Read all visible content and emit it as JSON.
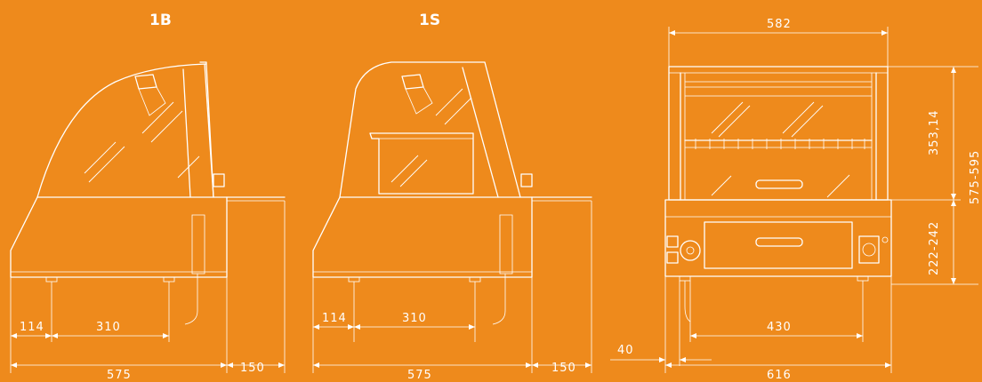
{
  "titles": {
    "left": "1B",
    "middle": "1S"
  },
  "dimensions": {
    "b_front_offset": "114",
    "b_feet_span": "310",
    "b_depth": "575",
    "b_shelf": "150",
    "s_front_offset": "114",
    "s_feet_span": "310",
    "s_depth": "575",
    "s_shelf": "150",
    "front_width": "582",
    "front_feet_span": "430",
    "front_total_width": "616",
    "front_leg_offset": "40",
    "hood_height": "353,14",
    "base_height": "222-242",
    "total_height": "575-595"
  }
}
